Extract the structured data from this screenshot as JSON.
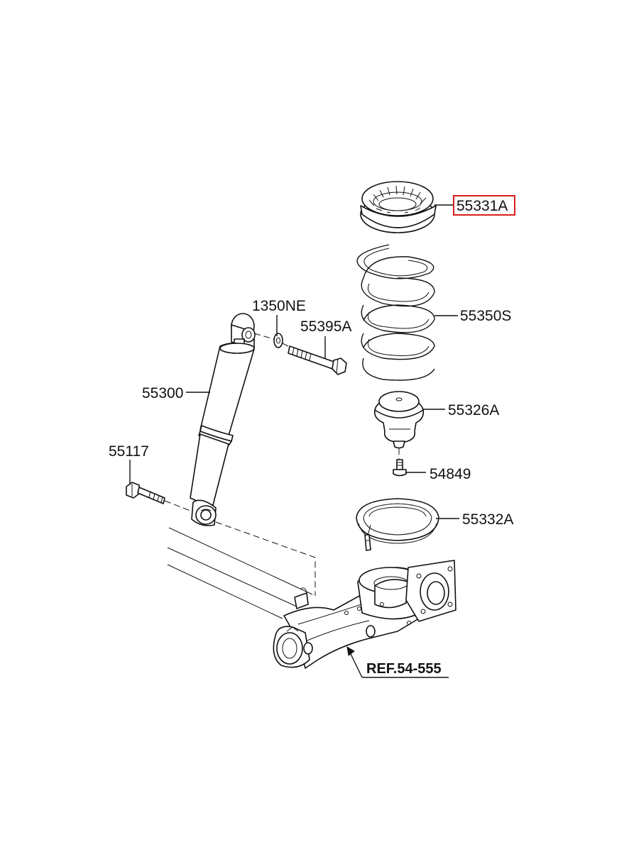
{
  "labels": {
    "top_mount_seat": "55331A",
    "coil_spring": "55350S",
    "bushing_washer": "1350NE",
    "upper_bolt": "55395A",
    "shock_absorber": "55300",
    "lower_bolt": "55117",
    "bump_stopper": "55326A",
    "stopper_bolt": "54849",
    "lower_spring_pad": "55332A"
  },
  "reference": "REF.54-555",
  "highlight": {
    "part": "55331A",
    "color": "#d81e1e"
  }
}
